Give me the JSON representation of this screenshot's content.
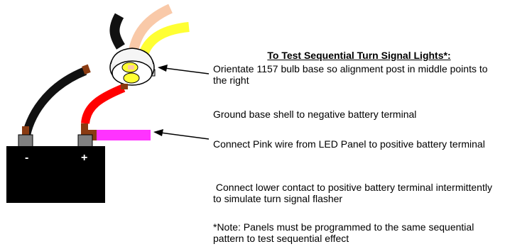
{
  "instructions": {
    "title": "To Test Sequential Turn Signal Lights*:",
    "step1": "Orientate 1157 bulb base so alignment post in middle points to the right",
    "step2": "Ground base shell to negative battery terminal",
    "step3": "Connect Pink wire from LED Panel to positive battery terminal",
    "step4": " Connect lower contact to positive battery terminal intermittently to simulate turn signal flasher",
    "note": "*Note: Panels must be programmed to the same sequential pattern to test sequential effect"
  },
  "battery": {
    "negative_label": "-",
    "positive_label": "+"
  },
  "colors": {
    "battery_body": "#000000",
    "terminal": "#808080",
    "ground_wire": "#111111",
    "positive_wire": "#ff0000",
    "pink_wire": "#ff33ff",
    "copper_tip": "#8a3b12",
    "wire_peach": "#f9c9a8",
    "wire_yellow": "#ffff33",
    "bulb_base": "#e6e6e6"
  }
}
